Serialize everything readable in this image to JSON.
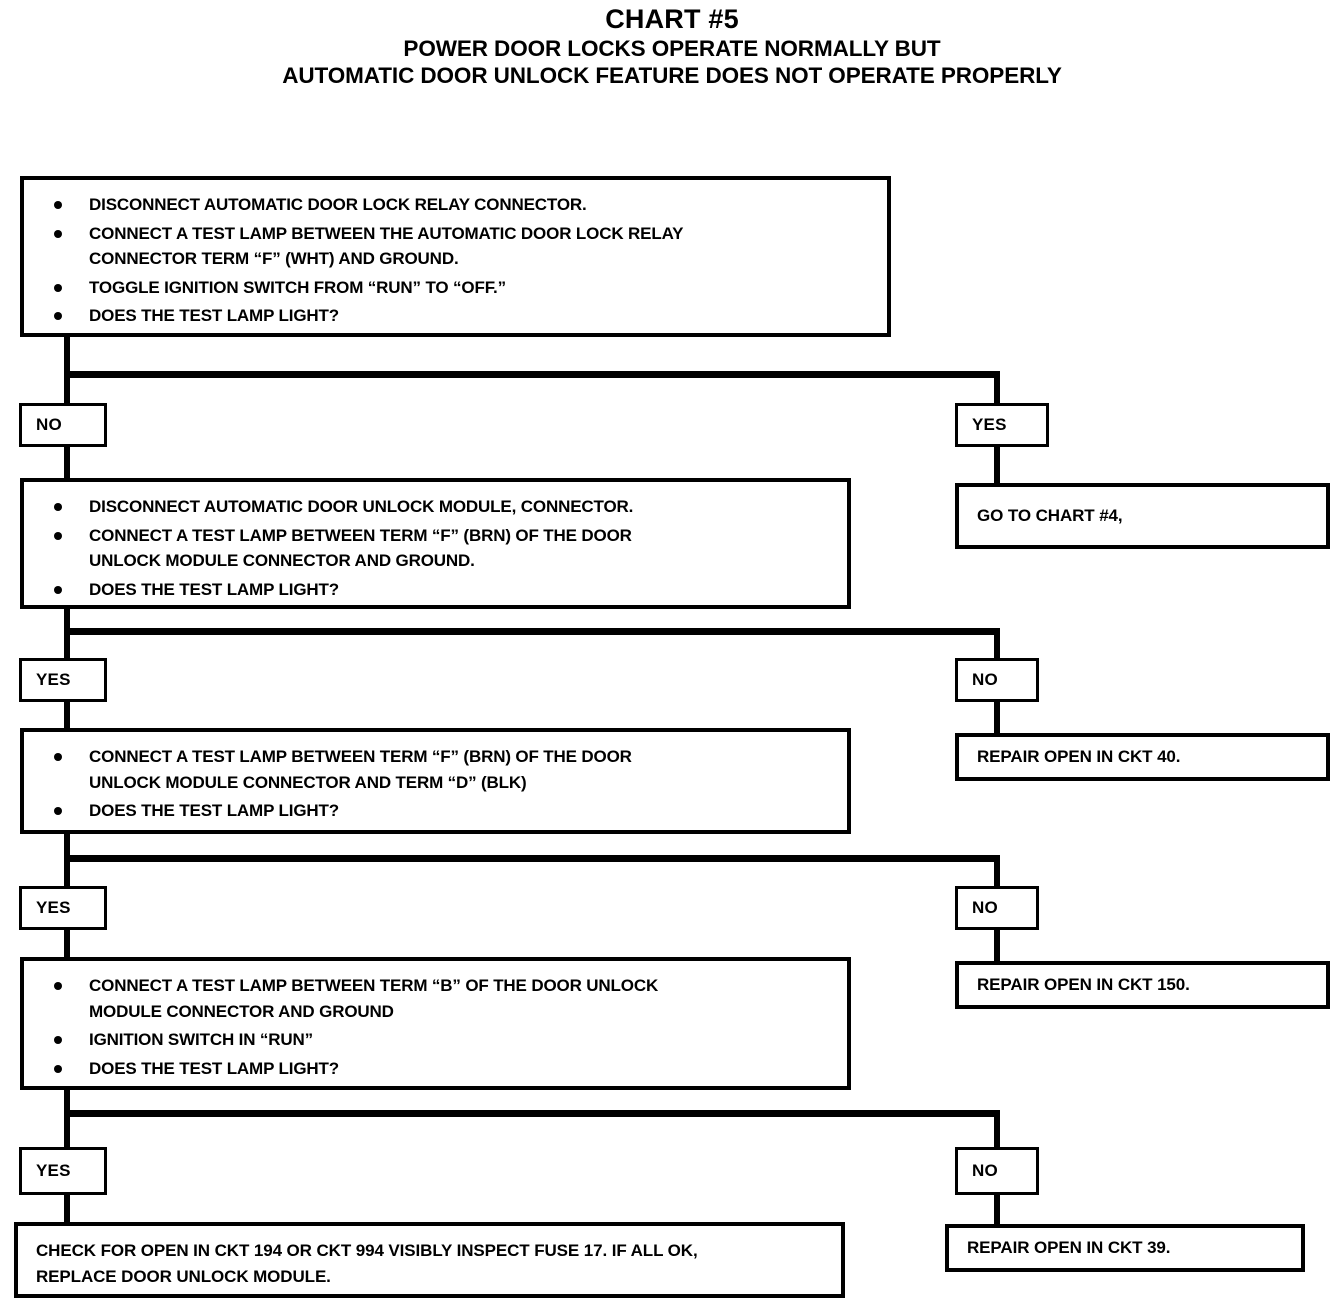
{
  "title": {
    "chart_number": "CHART #5",
    "line1": "POWER DOOR LOCKS OPERATE NORMALLY BUT",
    "line2": "AUTOMATIC DOOR UNLOCK FEATURE DOES NOT OPERATE PROPERLY"
  },
  "steps": {
    "step1": {
      "b1": "DISCONNECT AUTOMATIC DOOR LOCK RELAY CONNECTOR.",
      "b2": "CONNECT A TEST LAMP BETWEEN THE AUTOMATIC DOOR LOCK RELAY",
      "b2_cont": "CONNECTOR TERM “F” (WHT) AND GROUND.",
      "b3": "TOGGLE IGNITION SWITCH FROM “RUN” TO “OFF.”",
      "b4": "DOES THE TEST LAMP LIGHT?"
    },
    "step2": {
      "b1": "DISCONNECT AUTOMATIC DOOR UNLOCK MODULE, CONNECTOR.",
      "b2": "CONNECT A TEST LAMP BETWEEN TERM “F” (BRN) OF THE DOOR",
      "b2_cont": "UNLOCK MODULE CONNECTOR AND GROUND.",
      "b3": "DOES THE TEST LAMP LIGHT?"
    },
    "step3": {
      "b1": "CONNECT A TEST LAMP BETWEEN TERM “F” (BRN) OF THE DOOR",
      "b1_cont": "UNLOCK MODULE CONNECTOR AND TERM “D” (BLK)",
      "b2": "DOES THE TEST LAMP LIGHT?"
    },
    "step4": {
      "b1": "CONNECT A TEST LAMP BETWEEN TERM “B” OF THE DOOR UNLOCK",
      "b1_cont": "MODULE CONNECTOR AND GROUND",
      "b2": "IGNITION SWITCH IN “RUN”",
      "b3": "DOES THE TEST LAMP LIGHT?"
    }
  },
  "branches": {
    "row1_left": "NO",
    "row1_right": "YES",
    "row2_left": "YES",
    "row2_right": "NO",
    "row3_left": "YES",
    "row3_right": "NO",
    "row4_left": "YES",
    "row4_right": "NO"
  },
  "outcomes": {
    "go_to_chart4": "GO TO CHART #4,",
    "repair_ckt40": "REPAIR OPEN IN CKT 40.",
    "repair_ckt150": "REPAIR OPEN IN CKT 150.",
    "repair_ckt39": "REPAIR OPEN IN CKT 39.",
    "final_left_line1": "CHECK FOR OPEN IN CKT 194 OR CKT 994 VISIBLY INSPECT FUSE 17. IF ALL OK,",
    "final_left_line2": "REPLACE DOOR UNLOCK MODULE."
  },
  "colors": {
    "ink": "#000000",
    "paper": "#ffffff"
  }
}
